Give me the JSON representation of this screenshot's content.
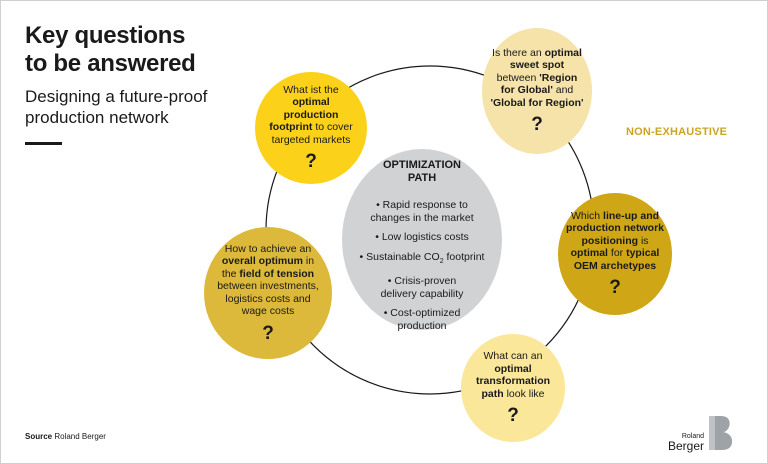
{
  "title_line1": "Key questions",
  "title_line2": "to be answered",
  "subtitle_line1": "Designing a future-proof",
  "subtitle_line2": "production network",
  "tag": "NON-EXHAUSTIVE",
  "question_mark": "?",
  "q1": {
    "a": "What ist the",
    "b": "optimal production footprint",
    "c": " to cover targeted markets"
  },
  "q2": {
    "a": "Is there an",
    "b": "optimal sweet spot",
    "c": " between ",
    "d": "'Region for Global'",
    "e": " and ",
    "f": "'Global for Region'"
  },
  "q3": {
    "a": "Which ",
    "b": "line-up and production network positioning",
    "c": " is ",
    "d": "optimal",
    "e": " for ",
    "f": "typical OEM archetypes"
  },
  "q4": {
    "a": "What can an ",
    "b": "optimal transformation path",
    "c": " look like"
  },
  "q5": {
    "a": "How to achieve an ",
    "b": "overall optimum",
    "c": " in the ",
    "d": "field of tension",
    "e": " between investments, logistics costs and wage costs"
  },
  "center": {
    "title_line1": "OPTIMIZATION",
    "title_line2": "PATH",
    "item1": "Rapid response to changes in the market",
    "item2": "Low logistics costs",
    "item3a": "Sustainable CO",
    "item3sub": "2",
    "item3b": " footprint",
    "item4": "Crisis-proven delivery capability",
    "item5": "Cost-optimized production"
  },
  "source_label": "Source",
  "source_text": " Roland Berger",
  "logo_small": "Roland",
  "logo_big": "Berger",
  "logo_mark": "B",
  "colors": {
    "yellow": "#fbd11a",
    "cream": "#f6e3a9",
    "mustard": "#dcb93a",
    "ochre": "#cfa716",
    "pale": "#fbe79a",
    "grey": "#d1d2d4",
    "tag": "#c9a521"
  }
}
